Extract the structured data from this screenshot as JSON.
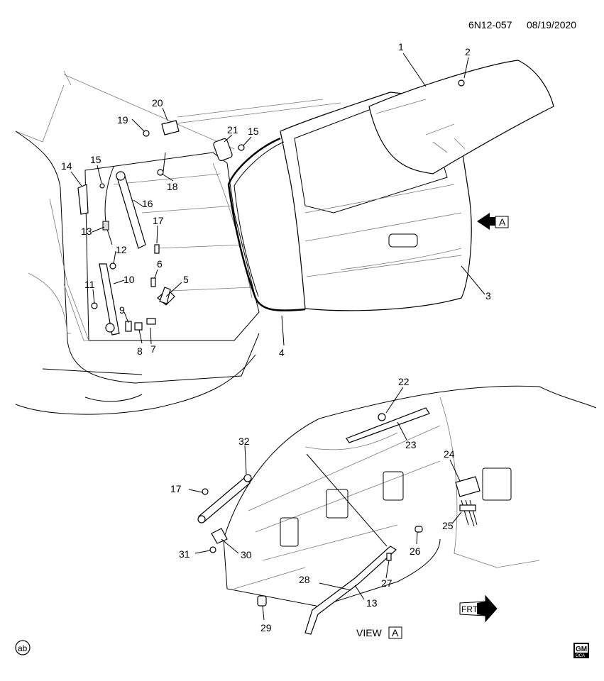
{
  "header": {
    "code": "6N12-057",
    "date": "08/19/2020"
  },
  "view_label": "VIEW",
  "view_box_letter": "A",
  "arrow_letter": "A",
  "frt_label": "FRT",
  "ab_label": "ab",
  "logo": {
    "top": "GM",
    "bottom": "OCA"
  },
  "callouts": [
    "1",
    "2",
    "3",
    "4",
    "5",
    "6",
    "7",
    "8",
    "9",
    "10",
    "11",
    "12",
    "13",
    "14",
    "15",
    "15",
    "16",
    "17",
    "18",
    "19",
    "20",
    "21",
    "22",
    "23",
    "24",
    "25",
    "26",
    "27",
    "28",
    "29",
    "30",
    "31",
    "32",
    "17",
    "13"
  ]
}
